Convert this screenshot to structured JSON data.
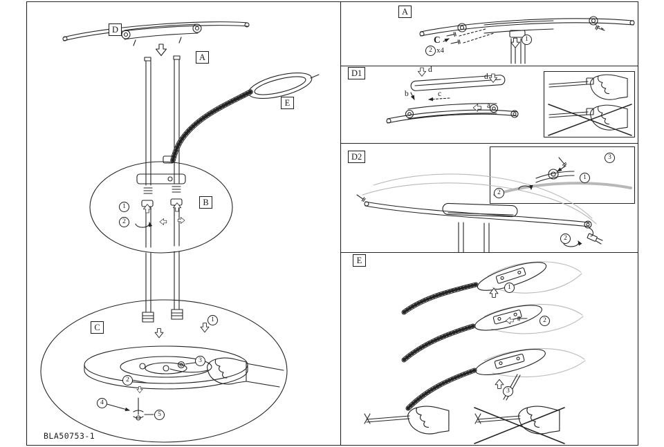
{
  "sheet": {
    "part_number": "BLA50753-1"
  },
  "main": {
    "callouts": {
      "d": "D",
      "a": "A",
      "e": "E",
      "b": "B",
      "c": "C"
    },
    "joint_steps": {
      "s1": "1",
      "s2": "2"
    },
    "base_steps": {
      "s1": "1",
      "s2": "2",
      "s3": "3",
      "s4": "4",
      "s5": "5"
    }
  },
  "panel_a": {
    "label": "A",
    "screw_mark": "C",
    "screw_qty": "x4",
    "step_screw": "2",
    "step_insert": "1"
  },
  "panel_d1": {
    "label": "D1",
    "dir_d_left": "d",
    "dir_d_right": "d",
    "dir_b": "b",
    "dir_c": "c",
    "dir_a": "a"
  },
  "panel_d2": {
    "label": "D2",
    "inset_steps": {
      "s1": "1",
      "s2": "2",
      "s3": "3"
    },
    "step_rotate": "2"
  },
  "panel_e": {
    "label": "E",
    "steps": {
      "s1": "1",
      "s2": "2",
      "s3": "3"
    }
  }
}
